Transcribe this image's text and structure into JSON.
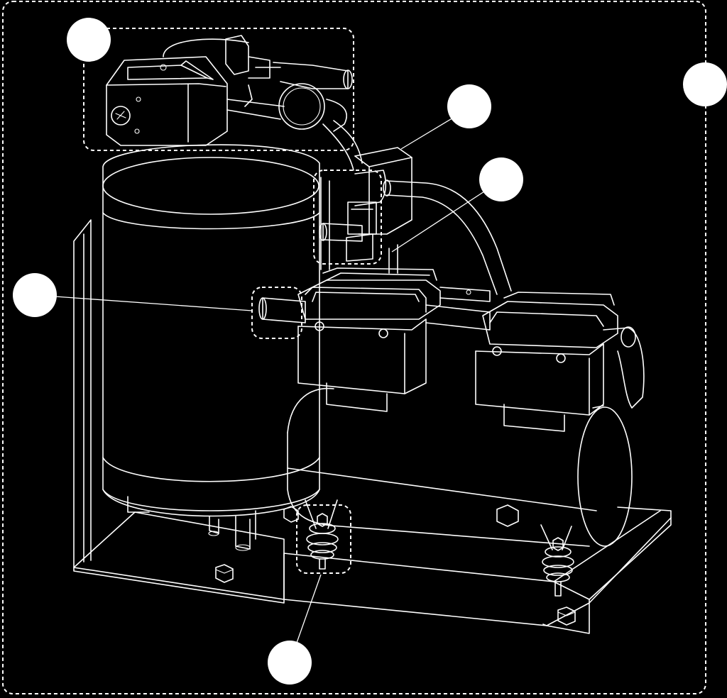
{
  "diagram": {
    "background_color": "#000000",
    "line_color": "#ffffff",
    "callout_count": 6,
    "callouts": [
      {
        "name": "pressure-switch-and-gauge-assembly",
        "label": ""
      },
      {
        "name": "overall-unit",
        "label": ""
      },
      {
        "name": "check-valve",
        "label": ""
      },
      {
        "name": "discharge-hose",
        "label": ""
      },
      {
        "name": "tank-inlet-fitting",
        "label": ""
      },
      {
        "name": "vibration-isolator-mount",
        "label": ""
      }
    ]
  }
}
